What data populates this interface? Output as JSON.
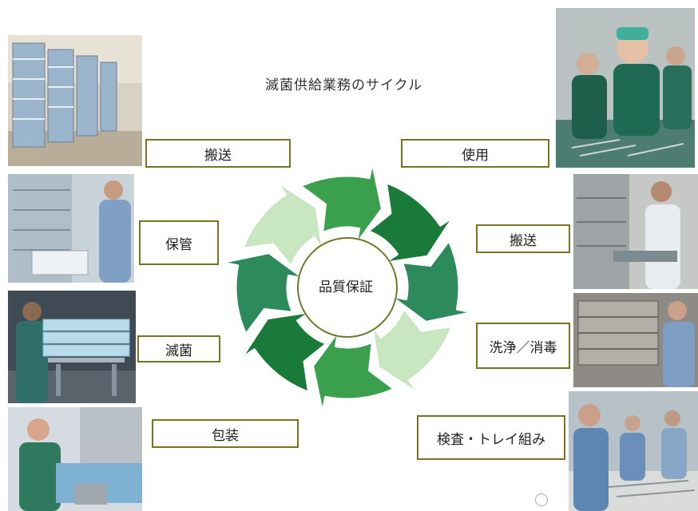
{
  "title": "滅菌供給業務のサイクル",
  "center": "品質保証",
  "stages": {
    "transport_top": "搬送",
    "use": "使用",
    "transport_right": "搬送",
    "wash": "洗浄／消毒",
    "inspect": "検査・トレイ組み",
    "pack": "包装",
    "sterilize": "滅菌",
    "storage": "保管"
  },
  "photos": [
    {
      "id": "rack-corridor",
      "tint": "#8a9fb3"
    },
    {
      "id": "storage-shelf",
      "tint": "#b8c9d6"
    },
    {
      "id": "cart-sterilize",
      "tint": "#5d7e9b"
    },
    {
      "id": "packing-nurse",
      "tint": "#7fa3b8"
    },
    {
      "id": "surgery-team",
      "tint": "#2e6b55"
    },
    {
      "id": "transport-cart",
      "tint": "#a8adb0"
    },
    {
      "id": "washer",
      "tint": "#8c8a86"
    },
    {
      "id": "inspection-table",
      "tint": "#6d8a9c"
    }
  ],
  "colors": {
    "box_border": "#7a7322",
    "arrow_dark": "#1a7a3a",
    "arrow_mid": "#3aa04e",
    "arrow_light": "#c8e6c0",
    "arrow_teal": "#2d8a5a"
  }
}
